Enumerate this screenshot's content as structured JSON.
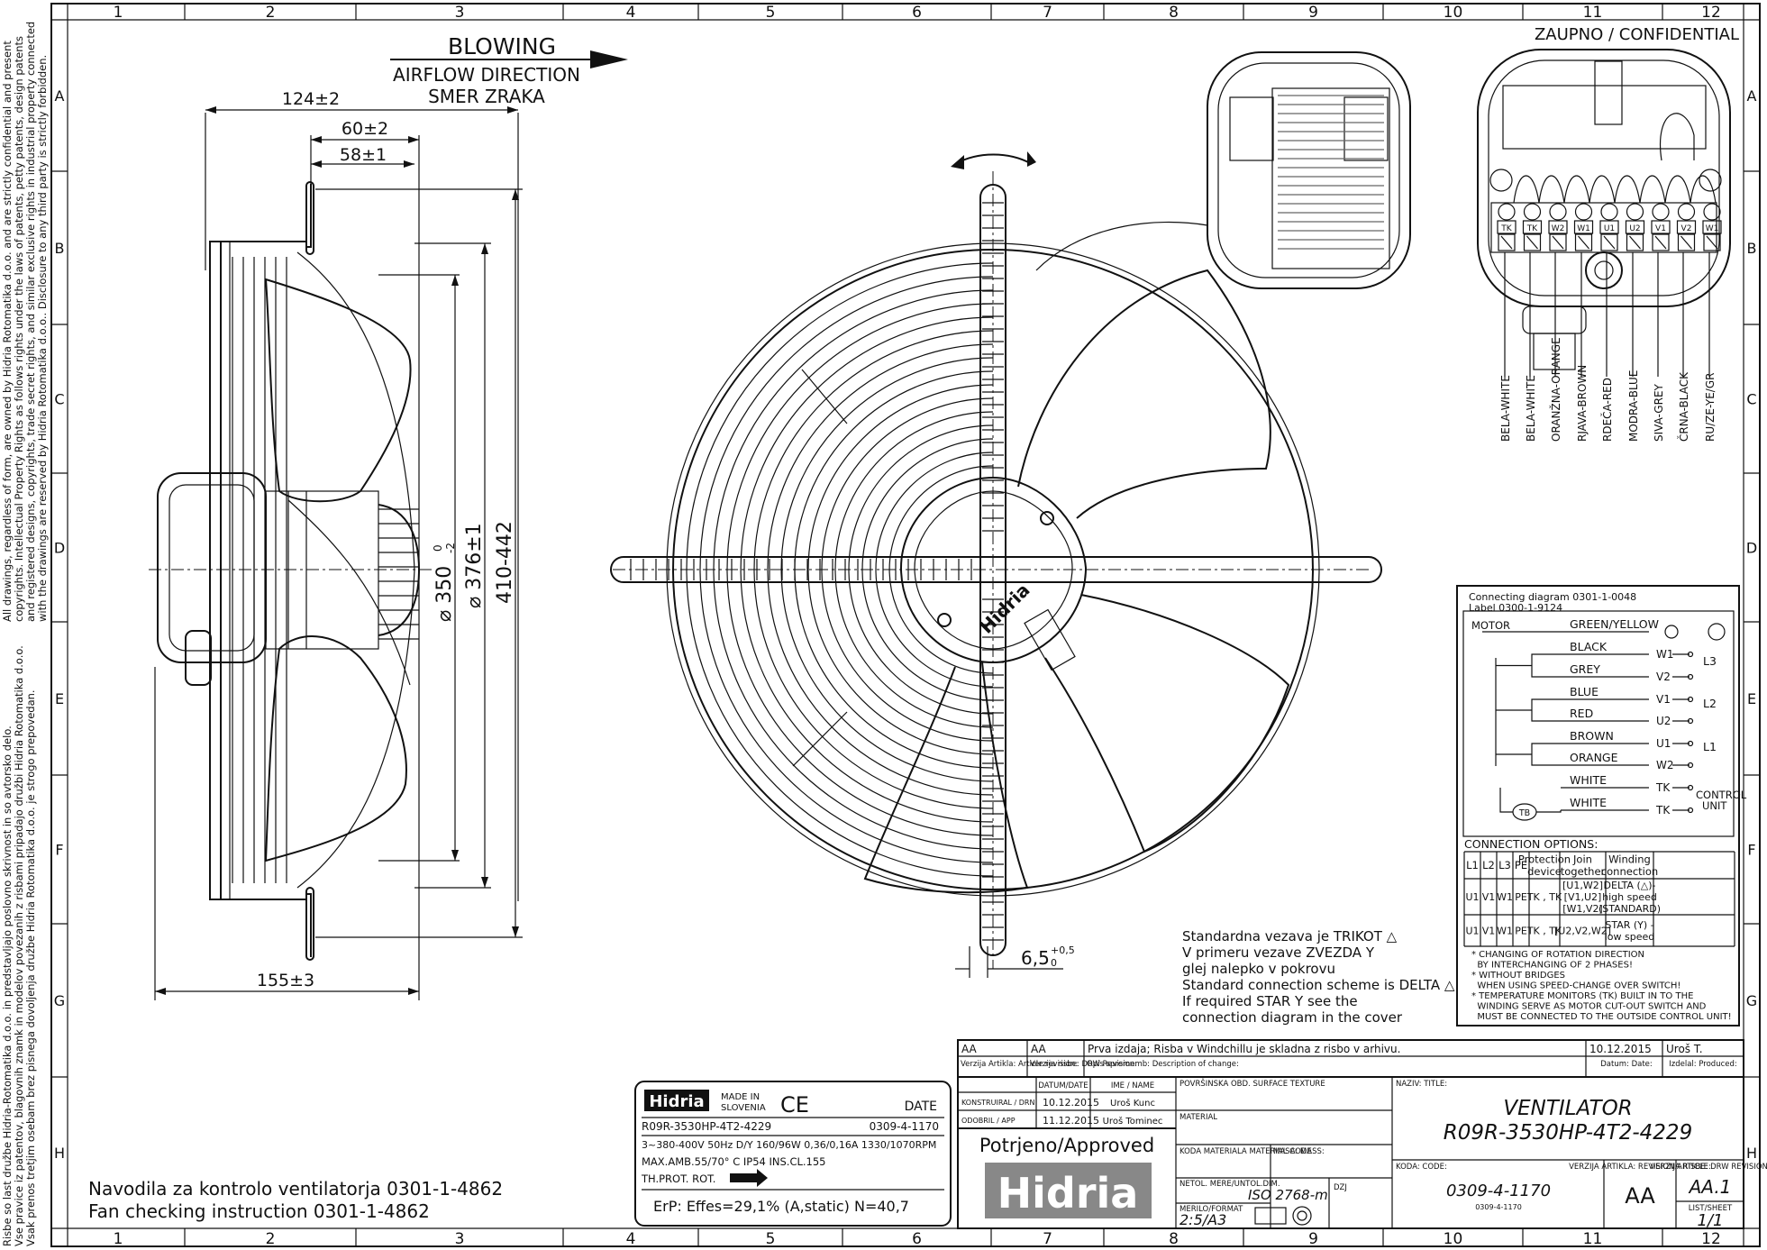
{
  "border": {
    "columns": [
      "1",
      "2",
      "3",
      "4",
      "5",
      "6",
      "7",
      "8",
      "9",
      "10",
      "11",
      "12"
    ],
    "rows": [
      "A",
      "B",
      "C",
      "D",
      "E",
      "F",
      "G",
      "H"
    ]
  },
  "side_notice": {
    "en": [
      "All drawings, regardless of form, are owned by Hidria Rotomatika d.o.o. and are strictly confidential and present",
      "copyrights. Intellectual Property Rights as follows rights under the laws of patents, petty patents, design patents",
      "and registered designs, copyrights, trade secret rights, and similar exclusive rights in industrial property connected",
      "with the drawings are reserved by Hidria Rotomatika d.o.o.. Disclosure to any third party is strictly forbidden."
    ],
    "sl": [
      "Risbe so last družbe Hidria-Rotomatika d.o.o. in predstavljajo poslovno skrivnost in so avtorsko delo.",
      "Vse pravice iz patentov, blagovnih znamk in modelov povezanih z risbami pripadajo družbi Hidria Rotomatika d.o.o.",
      "Vsak prenos tretjim osebam brez pisnega dovoljenja družbe Hidria Rotomatika d.o.o. je strogo prepovedan."
    ]
  },
  "airflow": {
    "title": "BLOWING",
    "line1": "AIRFLOW DIRECTION",
    "line2": "SMER ZRAKA"
  },
  "confidential": "ZAUPNO / CONFIDENTIAL",
  "dimensions": {
    "d124": "124±2",
    "d60": "60±2",
    "d58": "58±1",
    "d350": "⌀ 350",
    "d350_tol_up": "0",
    "d350_tol_dn": "-2",
    "d376": "⌀ 376±1",
    "d410": "410-442",
    "d155": "155±3",
    "d65": "6,5",
    "d65_tol_up": "+0,5",
    "d65_tol_dn": "0"
  },
  "brand_label": "Hidria",
  "wire_labels": [
    "BELA-WHITE",
    "BELA-WHITE",
    "ORANŽNA-ORANGE",
    "RJAVA-BROWN",
    "RDEČA-RED",
    "MODRA-BLUE",
    "SIVA-GREY",
    "ČRNA-BLACK",
    "RU/ZE-YE/GR"
  ],
  "terminal_labels": [
    "TK",
    "TK",
    "W2",
    "W1",
    "U1",
    "U2",
    "V1",
    "V2",
    "W1"
  ],
  "wiring": {
    "header1": "Connecting diagram 0301-1-0048",
    "header2": "Label 0300-1-9124",
    "motor": "MOTOR",
    "wires": [
      {
        "color": "GREEN/YELLOW",
        "term": ""
      },
      {
        "color": "BLACK",
        "term": "W1"
      },
      {
        "color": "GREY",
        "term": "V2"
      },
      {
        "color": "BLUE",
        "term": "V1"
      },
      {
        "color": "RED",
        "term": "U2"
      },
      {
        "color": "BROWN",
        "term": "U1"
      },
      {
        "color": "ORANGE",
        "term": "W2"
      },
      {
        "color": "WHITE",
        "term": "TK"
      },
      {
        "color": "WHITE",
        "term": "TK"
      }
    ],
    "phases": {
      "l3": "L3",
      "l2": "L2",
      "l1": "L1"
    },
    "tb": "TB",
    "control1": "CONTROL",
    "control2": "UNIT",
    "options_title": "CONNECTION OPTIONS:",
    "options_header": [
      "L1",
      "L2",
      "L3",
      "PE",
      "Protection device",
      "Join together",
      "Winding connection"
    ],
    "options_rows": [
      [
        "U1",
        "V1",
        "W1",
        "PE",
        "TK , TK",
        "[U1,W2] [V1,U2] [W1,V2]",
        "DELTA (△)- high speed (STANDARD)"
      ],
      [
        "U1",
        "V1",
        "W1",
        "PE",
        "TK , TK",
        "[U2,V2,W2]",
        "STAR (Y) - low speed"
      ]
    ],
    "notes": [
      "* CHANGING OF ROTATION DIRECTION",
      "  BY INTERCHANGING OF 2 PHASES!",
      "* WITHOUT BRIDGES",
      "  WHEN USING SPEED-CHANGE OVER SWITCH!",
      "* TEMPERATURE MONITORS (TK) BUILT IN TO THE",
      "  WINDING SERVE AS MOTOR CUT-OUT SWITCH AND",
      "  MUST BE CONNECTED TO THE OUTSIDE CONTROL UNIT!"
    ]
  },
  "standard_text": [
    "Standardna vezava je TRIKOT △",
    "V primeru vezave ZVEZDA Y",
    "glej nalepko v pokrovu",
    "Standard connection scheme is DELTA △",
    "If required STAR Y see the",
    "connection diagram in the cover"
  ],
  "instructions": [
    "Navodila za kontrolo ventilatorja 0301-1-4862",
    "Fan checking instruction 0301-1-4862"
  ],
  "nameplate": {
    "brand": "Hidria",
    "made_in_1": "MADE IN",
    "made_in_2": "SLOVENIA",
    "ce": "CE",
    "date": "DATE",
    "model": "R09R-3530HP-4T2-4229",
    "code": "0309-4-1170",
    "spec1": "3~380-400V 50Hz D/Y 160/96W 0,36/0,16A 1330/1070RPM",
    "spec2": "MAX.AMB.55/70° C IP54 INS.CL.155",
    "spec3": "TH.PROT. ROT.",
    "erp": "ErP: Effes=29,1%  (A,static)  N=40,7"
  },
  "title_block": {
    "rev_a": "AA",
    "rev_b": "AA",
    "rev_desc": "Prva izdaja; Risba v Windchillu je skladna z risbo v arhivu.",
    "rev_date": "10.12.2015",
    "rev_by": "Uroš T.",
    "lbl_article_rev": "Verzija Artikla: Article revision:",
    "lbl_drw_rev": "Verzija risbe: DRW Revision:",
    "lbl_changes": "Opis sprememb: Description of change:",
    "lbl_datum": "Datum: Date:",
    "lbl_izdelal": "Izdelal: Produced:",
    "lbl_datum_date": "DATUM/DATE",
    "lbl_ime": "IME / NAME",
    "lbl_konstr": "KONSTRUIRAL / DRN",
    "lbl_odobril": "ODOBRIL / APP",
    "konstr_date": "10.12.2015",
    "konstr_name": "Uroš Kunc",
    "odobril_date": "11.12.2015",
    "odobril_name": "Uroš Tominec",
    "approved": "Potrjeno/Approved",
    "logo": "Hidria",
    "lbl_surface": "POVRŠINSKA OBD. SURFACE TEXTURE",
    "lbl_material": "MATERIAL",
    "lbl_material_code": "KODA MATERIALA MATERIAL CODE",
    "lbl_mass": "MASA: MASS:",
    "lbl_tol": "NETOL. MERE/UNTOL.DIM.",
    "tol_value": "ISO 2768-m",
    "lbl_dzj": "DZJ",
    "lbl_scale": "MERILO/FORMAT",
    "scale_value": "2:5/A3",
    "lbl_title": "NAZIV: TITLE:",
    "title1": "VENTILATOR",
    "title2": "R09R-3530HP-4T2-4229",
    "lbl_code": "KODA: CODE:",
    "code_big": "0309-4-1170",
    "code_small": "0309-4-1170",
    "lbl_art_rev": "VERZIJA ARTIKLA: REVISION ARTICLE:",
    "art_rev": "AA",
    "lbl_drw_rev2": "VERZIJA RISBE: DRW REVISION:",
    "drw_rev": "AA.1",
    "lbl_sheet": "LIST/SHEET",
    "sheet": "1/1"
  }
}
